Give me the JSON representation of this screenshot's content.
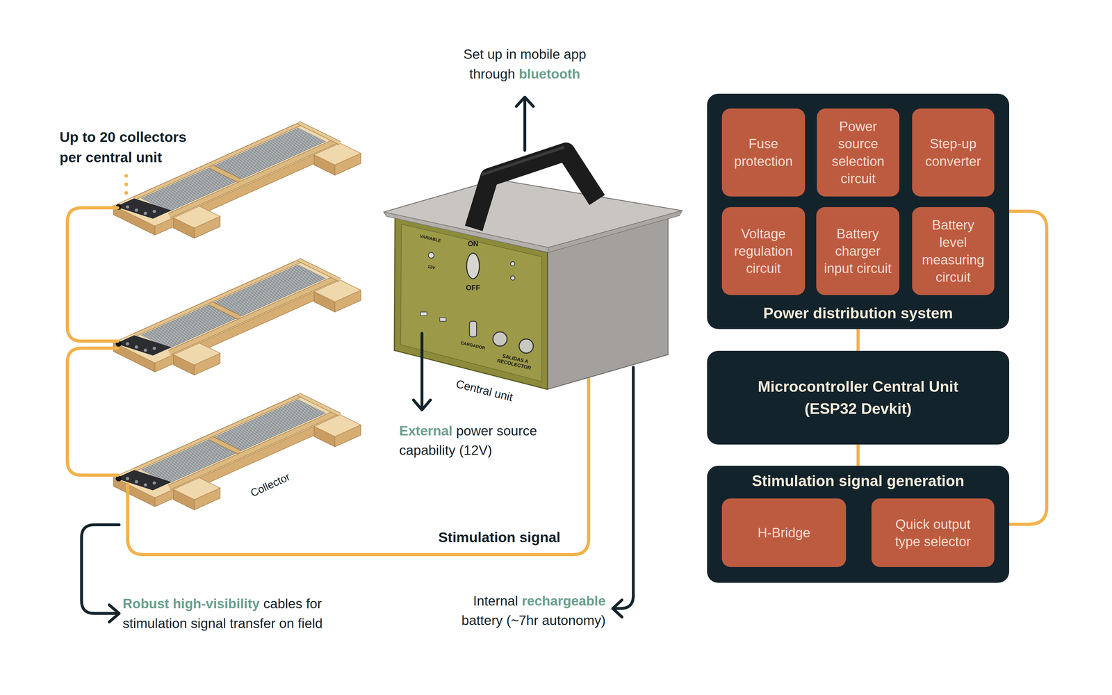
{
  "diagram": {
    "nodes": [
      {
        "text": [
          "Power distribution system"
        ]
      },
      {
        "text": [
          "Fuse protection"
        ],
        "in": 0
      },
      {
        "text": [
          "Power source selection circuit"
        ],
        "in": 0
      },
      {
        "text": [
          "Step-up converter"
        ],
        "in": 0
      },
      {
        "text": [
          "Voltage regulation circuit"
        ],
        "in": 0
      },
      {
        "text": [
          "Battery charger input circuit"
        ],
        "in": 0
      },
      {
        "text": [
          "Battery level measuring circuit"
        ],
        "in": 0
      },
      {
        "text": [
          "Microcontroller Central Unit (ESP32 Devkit)"
        ]
      },
      {
        "text": [
          "Stimulation signal generation"
        ]
      },
      {
        "text": [
          "H-Bridge"
        ],
        "in": 8
      },
      {
        "text": [
          "Quick output type selector"
        ],
        "in": 8
      }
    ],
    "edges": [
      {
        "from": 0,
        "to": 7,
        "arrow": "none"
      },
      {
        "from": 7,
        "to": 8,
        "arrow": "none"
      },
      {
        "from": 0,
        "to": 8,
        "arrow": "none"
      }
    ],
    "labels": [
      "Up to 20 collectors per central unit",
      "Set up in mobile app through",
      "bluetooth",
      "External",
      "power source capability (12V)",
      "Robust high-visibility",
      "cables for stimulation signal transfer on field",
      "Internal",
      "rechargeable",
      "battery (~7hr autonomy)",
      "Stimulation signal",
      "Central unit",
      "Collector",
      "ON",
      "OFF",
      "VARIABLE",
      "12V",
      "CARGADOR",
      "SALIDAS A RECOLECTOR"
    ]
  }
}
